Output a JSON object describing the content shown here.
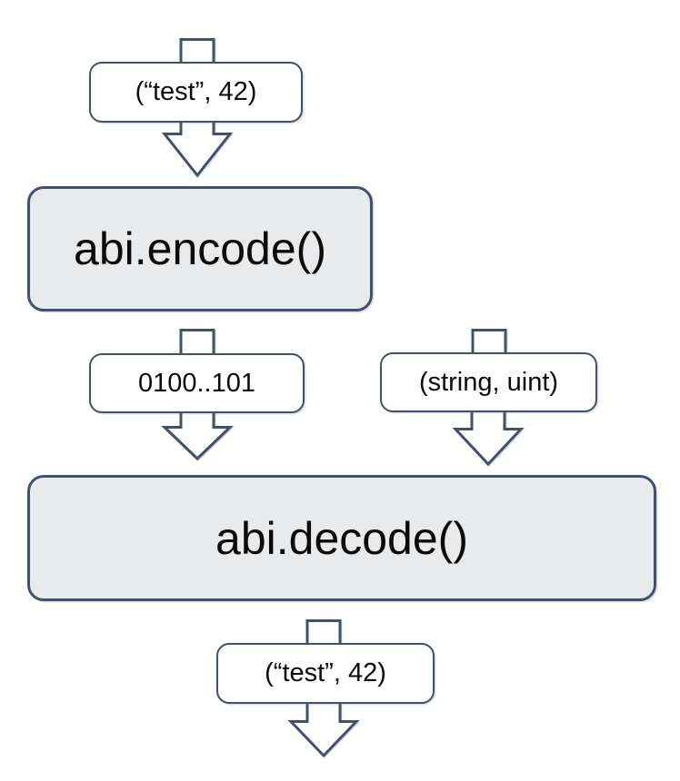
{
  "diagram": {
    "description": "ABI encode/decode flow",
    "nodes": {
      "input_tuple": {
        "label": "(“test”, 42)"
      },
      "encode": {
        "label": "abi.encode()"
      },
      "encoded_bytes": {
        "label": "0100..101"
      },
      "types_tuple": {
        "label": "(string, uint)"
      },
      "decode": {
        "label": "abi.decode()"
      },
      "output_tuple": {
        "label": "(“test”, 42)"
      }
    },
    "colors": {
      "background": "#ffffff",
      "stroke": "#44506a",
      "process_fill": "#e9eaec",
      "pill_fill": "#ffffff",
      "text": "#0b0b0b"
    }
  }
}
